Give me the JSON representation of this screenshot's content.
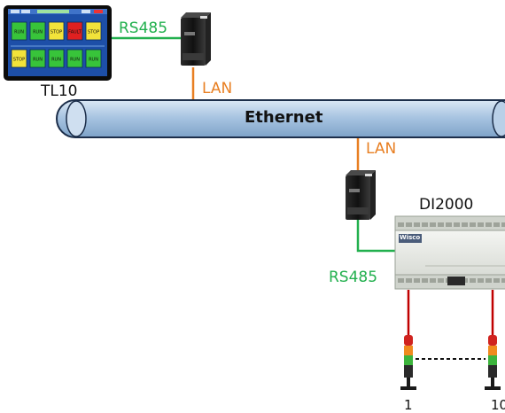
{
  "labels": {
    "rs485_top": "RS485",
    "rs485_bottom": "RS485",
    "lan_top": "LAN",
    "lan_bottom": "LAN",
    "ethernet": "Ethernet",
    "tl10": "TL10",
    "di2000": "DI2000",
    "lamp_first": "1",
    "lamp_last": "10"
  },
  "hmi_tiles": [
    "RUN",
    "RUN",
    "STOP",
    "FAULT",
    "STOP",
    "STOP",
    "RUN",
    "RUN",
    "RUN",
    "RUN"
  ],
  "module_brand": "Wisco",
  "colors": {
    "rs485": "#22b04e",
    "lan": "#e87f22",
    "signal": "#c00000",
    "ethernet_fill": "#a8c4e0",
    "ethernet_border": "#1c2e4a"
  }
}
